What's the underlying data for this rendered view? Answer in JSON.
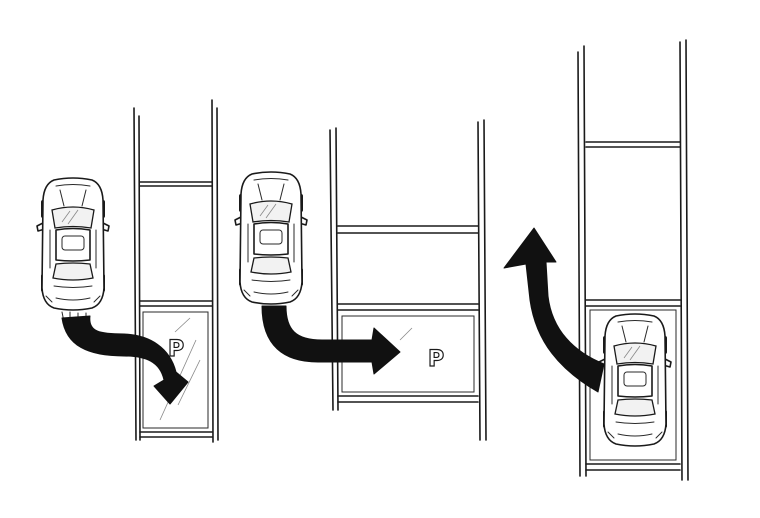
{
  "scenes": [
    {
      "id": "reverse-in-right-turn",
      "spot_label": "P"
    },
    {
      "id": "forward-in-straight",
      "spot_label": "P"
    },
    {
      "id": "back-out-forward",
      "spot_label": ""
    }
  ],
  "colors": {
    "ink": "#1a1a1a",
    "arrow": "#111111",
    "background": "#ffffff"
  }
}
